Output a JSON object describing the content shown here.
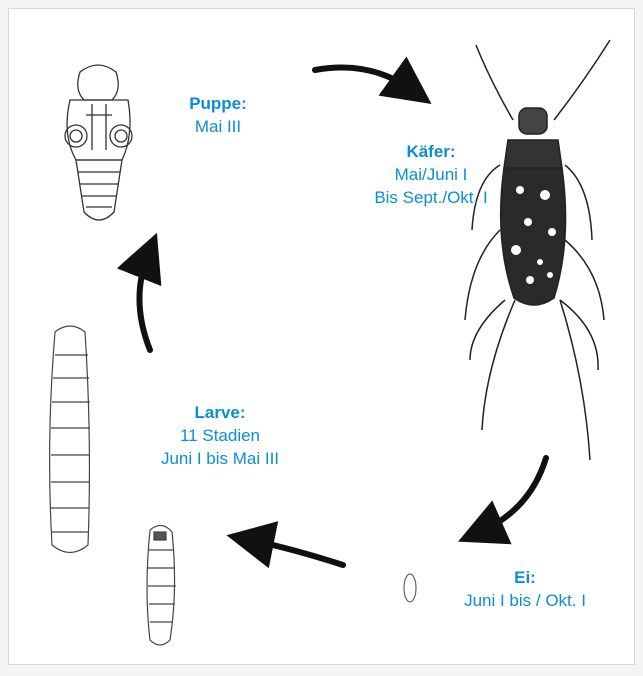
{
  "colors": {
    "label": "#0b8fd4",
    "arrow": "#111111",
    "drawing": "#333333"
  },
  "stages": {
    "pupa": {
      "title": "Puppe:",
      "lines": [
        "Mai III"
      ]
    },
    "beetle": {
      "title": "Käfer:",
      "lines": [
        "Mai/Juni I",
        "Bis Sept./Okt. I"
      ]
    },
    "egg": {
      "title": "Ei:",
      "lines": [
        "Juni I bis / Okt. I"
      ]
    },
    "larva": {
      "title": "Larve:",
      "lines": [
        "11 Stadien",
        "Juni I bis Mai III"
      ]
    }
  },
  "icons": [
    "pupa-drawing-icon",
    "beetle-drawing-icon",
    "egg-drawing-icon",
    "larva-drawing-icon",
    "young-larva-drawing-icon"
  ]
}
